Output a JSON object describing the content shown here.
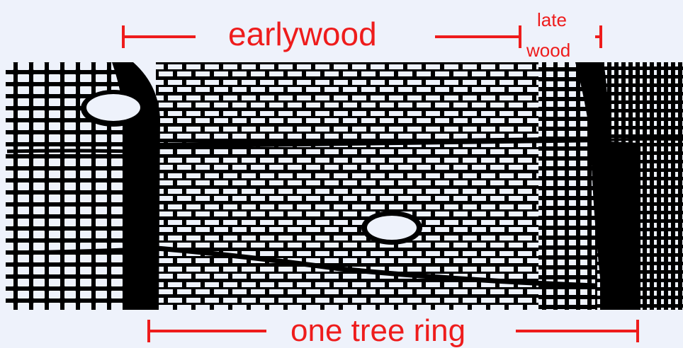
{
  "labels": {
    "earlywood": "earlywood",
    "late": "late",
    "wood": "wood",
    "tree_ring": "one tree ring"
  },
  "colors": {
    "annotation": "#ee1c1c",
    "background": "#eef2fb",
    "cell_wall": "#000000",
    "cell_lumen": "#eef2fb"
  }
}
